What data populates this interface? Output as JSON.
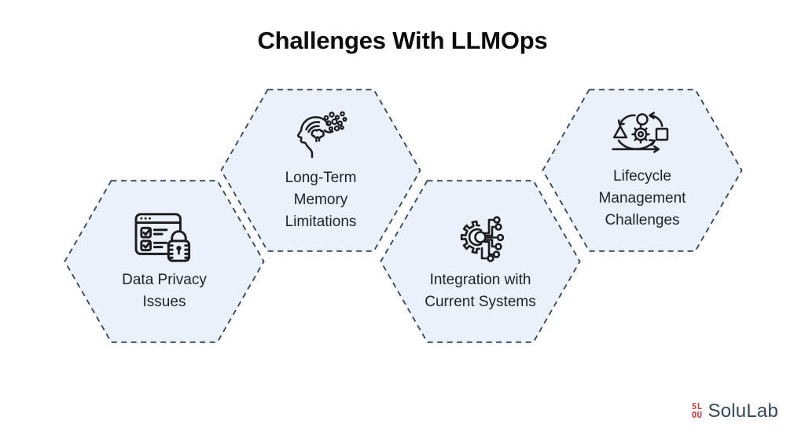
{
  "title": "Challenges With LLMOps",
  "colors": {
    "hex_fill": "#EAF1FB",
    "hex_border": "#32435A",
    "label_color": "#1B222C",
    "title_color": "#0B0C0E",
    "icon_stroke": "#1C1C1E",
    "logo_red": "#D9363C",
    "logo_navy": "#33475B"
  },
  "hexagons": [
    {
      "id": "data-privacy",
      "icon": "privacy-checklist-lock-icon",
      "lines": [
        "Data Privacy",
        "Issues"
      ]
    },
    {
      "id": "memory",
      "icon": "head-memory-loss-icon",
      "lines": [
        "Long-Term",
        "Memory",
        "Limitations"
      ]
    },
    {
      "id": "integration",
      "icon": "gear-circuit-icon",
      "lines": [
        "Integration with",
        "Current Systems"
      ]
    },
    {
      "id": "lifecycle",
      "icon": "iteration-cycle-icon",
      "lines": [
        "Lifecycle",
        "Management",
        "Challenges"
      ]
    }
  ],
  "logo": {
    "mark_line1": "SL",
    "mark_line2": "OU",
    "text": "SoluLab"
  }
}
